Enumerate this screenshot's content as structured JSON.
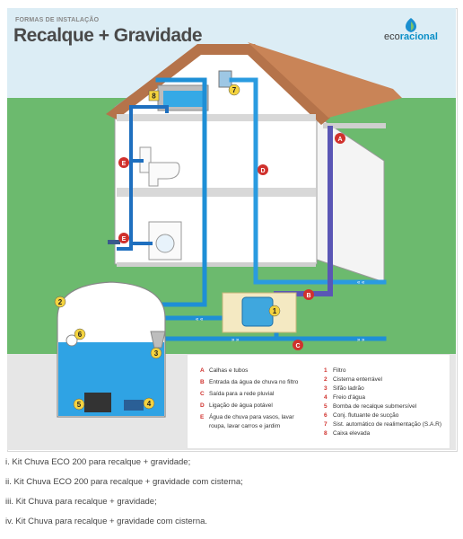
{
  "figure": {
    "supertitle": "FORMAS DE INSTALAÇÃO",
    "title": "Recalque + Gravidade",
    "logo_prefix": "eco",
    "logo_suffix": "racional",
    "numbers": [
      "1",
      "2",
      "3",
      "4",
      "5",
      "6",
      "7",
      "8"
    ],
    "letters": [
      "A",
      "B",
      "C",
      "D",
      "E",
      "E"
    ]
  },
  "legend_left": [
    {
      "key": "A",
      "text": "Calhas e tubos"
    },
    {
      "key": "B",
      "text": "Entrada da água de chuva no filtro"
    },
    {
      "key": "C",
      "text": "Saída para a rede pluvial"
    },
    {
      "key": "D",
      "text": "Ligação de água potável"
    },
    {
      "key": "E",
      "text": "Água de chuva para vasos, lavar"
    },
    {
      "key": "",
      "text": "roupa, lavar carros e jardim"
    }
  ],
  "legend_right": [
    {
      "key": "1",
      "text": "Filtro"
    },
    {
      "key": "2",
      "text": "Cisterna enterrável"
    },
    {
      "key": "3",
      "text": "Sifão ladrão"
    },
    {
      "key": "4",
      "text": "Freio d'água"
    },
    {
      "key": "5",
      "text": "Bomba de recalque submersível"
    },
    {
      "key": "6",
      "text": "Conj. flutuante de sucção"
    },
    {
      "key": "7",
      "text": "Sist. automático de realimentação (S.A.R)"
    },
    {
      "key": "8",
      "text": "Caixa elevada"
    }
  ],
  "options": [
    "i. Kit Chuva ECO 200 para recalque + gravidade;",
    "ii. Kit Chuva ECO 200 para recalque + gravidade com cisterna;",
    "iii. Kit Chuva para recalque + gravidade;",
    "iv. Kit Chuva para recalque + gravidade com cisterna."
  ],
  "colors": {
    "sky": "#d9eef6",
    "grass": "#66b96b",
    "ground": "#e8e8e8",
    "wall": "#ffffff",
    "roof": "#b5734a",
    "pipe_blue": "#1e8fd6",
    "pipe_dark": "#1f4fa0",
    "pipe_purple": "#5a56b5",
    "marker_red": "#d0312d",
    "water": "#35a9e6"
  }
}
